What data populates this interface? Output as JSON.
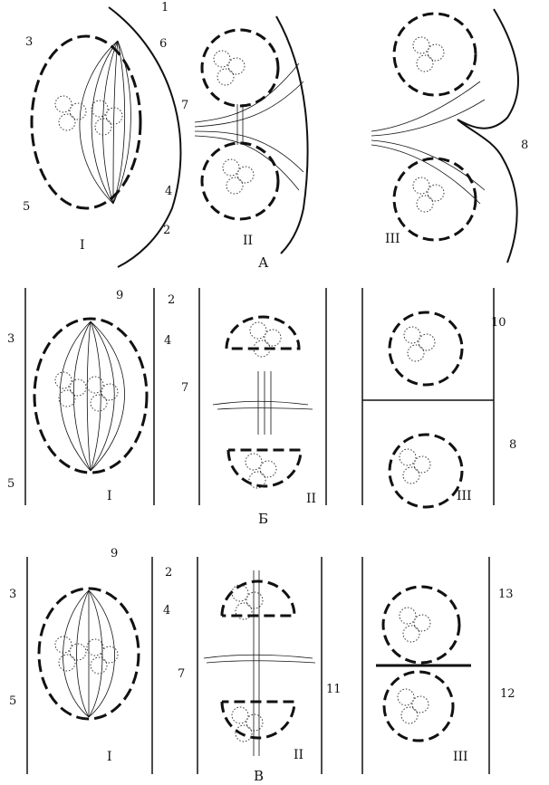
{
  "sections": [
    {
      "id": "A",
      "letter": "А",
      "stages": [
        "I",
        "II",
        "III"
      ],
      "labels": [
        "1",
        "2",
        "3",
        "4",
        "5",
        "6",
        "7",
        "8"
      ]
    },
    {
      "id": "B",
      "letter": "Б",
      "stages": [
        "I",
        "II",
        "III"
      ],
      "labels": [
        "2",
        "3",
        "4",
        "5",
        "7",
        "8",
        "9",
        "10"
      ]
    },
    {
      "id": "C",
      "letter": "В",
      "stages": [
        "I",
        "II",
        "III"
      ],
      "labels": [
        "2",
        "3",
        "4",
        "5",
        "7",
        "9",
        "11",
        "12",
        "13"
      ]
    }
  ]
}
